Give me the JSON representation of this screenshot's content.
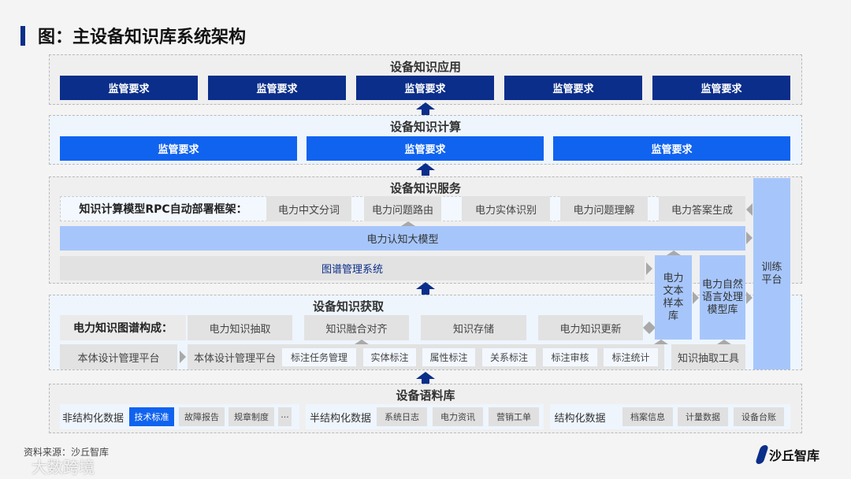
{
  "title": "图：主设备知识库系统架构",
  "colors": {
    "navy": "#0b2e8a",
    "blue": "#1063ef",
    "sky": "#a6c6fb",
    "gray": "#e2e2e2"
  },
  "app": {
    "title": "设备知识应用",
    "items": [
      "监管要求",
      "监管要求",
      "监管要求",
      "监管要求",
      "监管要求"
    ]
  },
  "compute": {
    "title": "设备知识计算",
    "items": [
      "监管要求",
      "监管要求",
      "监管要求"
    ]
  },
  "service": {
    "title": "设备知识服务",
    "rpc_label": "知识计算模型RPC自动部署框架：",
    "rpc_items": [
      "电力中文分词",
      "电力问题路由",
      "电力实体识别",
      "电力问题理解",
      "电力答案生成"
    ],
    "llm": "电力认知大模型",
    "graph": "图谱管理系统"
  },
  "side": {
    "training": "训练平台",
    "text_lib": "电力文本样本库",
    "nlp_lib": "电力自然语言处理模型库"
  },
  "acquire": {
    "title": "设备知识获取",
    "kg_label": "电力知识图谱构成：",
    "kg_items": [
      "电力知识抽取",
      "知识融合对齐",
      "知识存储",
      "电力知识更新"
    ],
    "ontology1": "本体设计管理平台",
    "ontology2": "本体设计管理平台",
    "tags": [
      "标注任务管理",
      "实体标注",
      "属性标注",
      "关系标注",
      "标注审核",
      "标注统计"
    ],
    "extract_tool": "知识抽取工具"
  },
  "corpus": {
    "title": "设备语料库",
    "groups": [
      {
        "label": "非结构化数据",
        "items": [
          "技术标准",
          "故障报告",
          "规章制度",
          "···"
        ]
      },
      {
        "label": "半结构化数据",
        "items": [
          "系统日志",
          "电力资讯",
          "营销工单"
        ]
      },
      {
        "label": "结构化数据",
        "items": [
          "档案信息",
          "计量数据",
          "设备台账"
        ]
      }
    ]
  },
  "footer": {
    "source": "资料来源：沙丘智库",
    "logo": "沙丘智库",
    "watermark": "大数跨境"
  }
}
